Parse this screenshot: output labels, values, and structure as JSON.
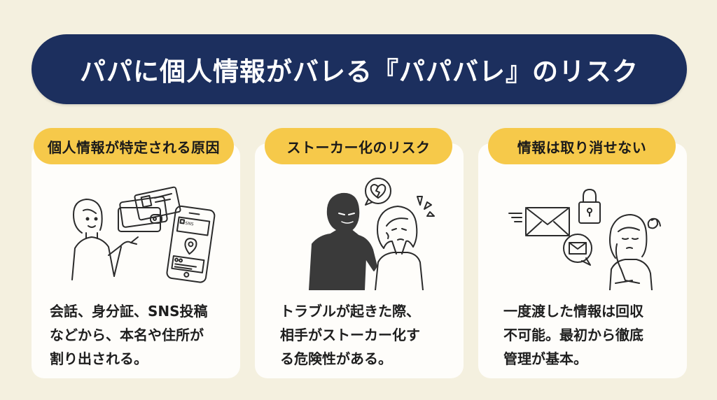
{
  "title": "パパに個人情報がバレる『パパバレ』のリスク",
  "colors": {
    "background": "#f4f0df",
    "banner": "#1c2f5e",
    "badge": "#f6c94a",
    "card": "#fefdfa",
    "text": "#1e1e1e",
    "silhouette": "#3a3a3a"
  },
  "cards": [
    {
      "heading": "個人情報が特定される原因",
      "illustration": "woman-gesturing-wallet-id-card-smartphone-sns-location",
      "phone_label": "SNS",
      "description": "会話、身分証、SNS投稿\nなどから、本名や住所が\n割り出される。"
    },
    {
      "heading": "ストーカー化のリスク",
      "illustration": "dark-silhouette-man-touching-frightened-woman-broken-heart",
      "description": "トラブルが起きた際、\n相手がストーカー化す\nる危険性がある。"
    },
    {
      "heading": "情報は取り消せない",
      "illustration": "worried-woman-envelopes-padlock",
      "description": "一度渡した情報は回収\n不可能。最初から徹底\n管理が基本。"
    }
  ]
}
